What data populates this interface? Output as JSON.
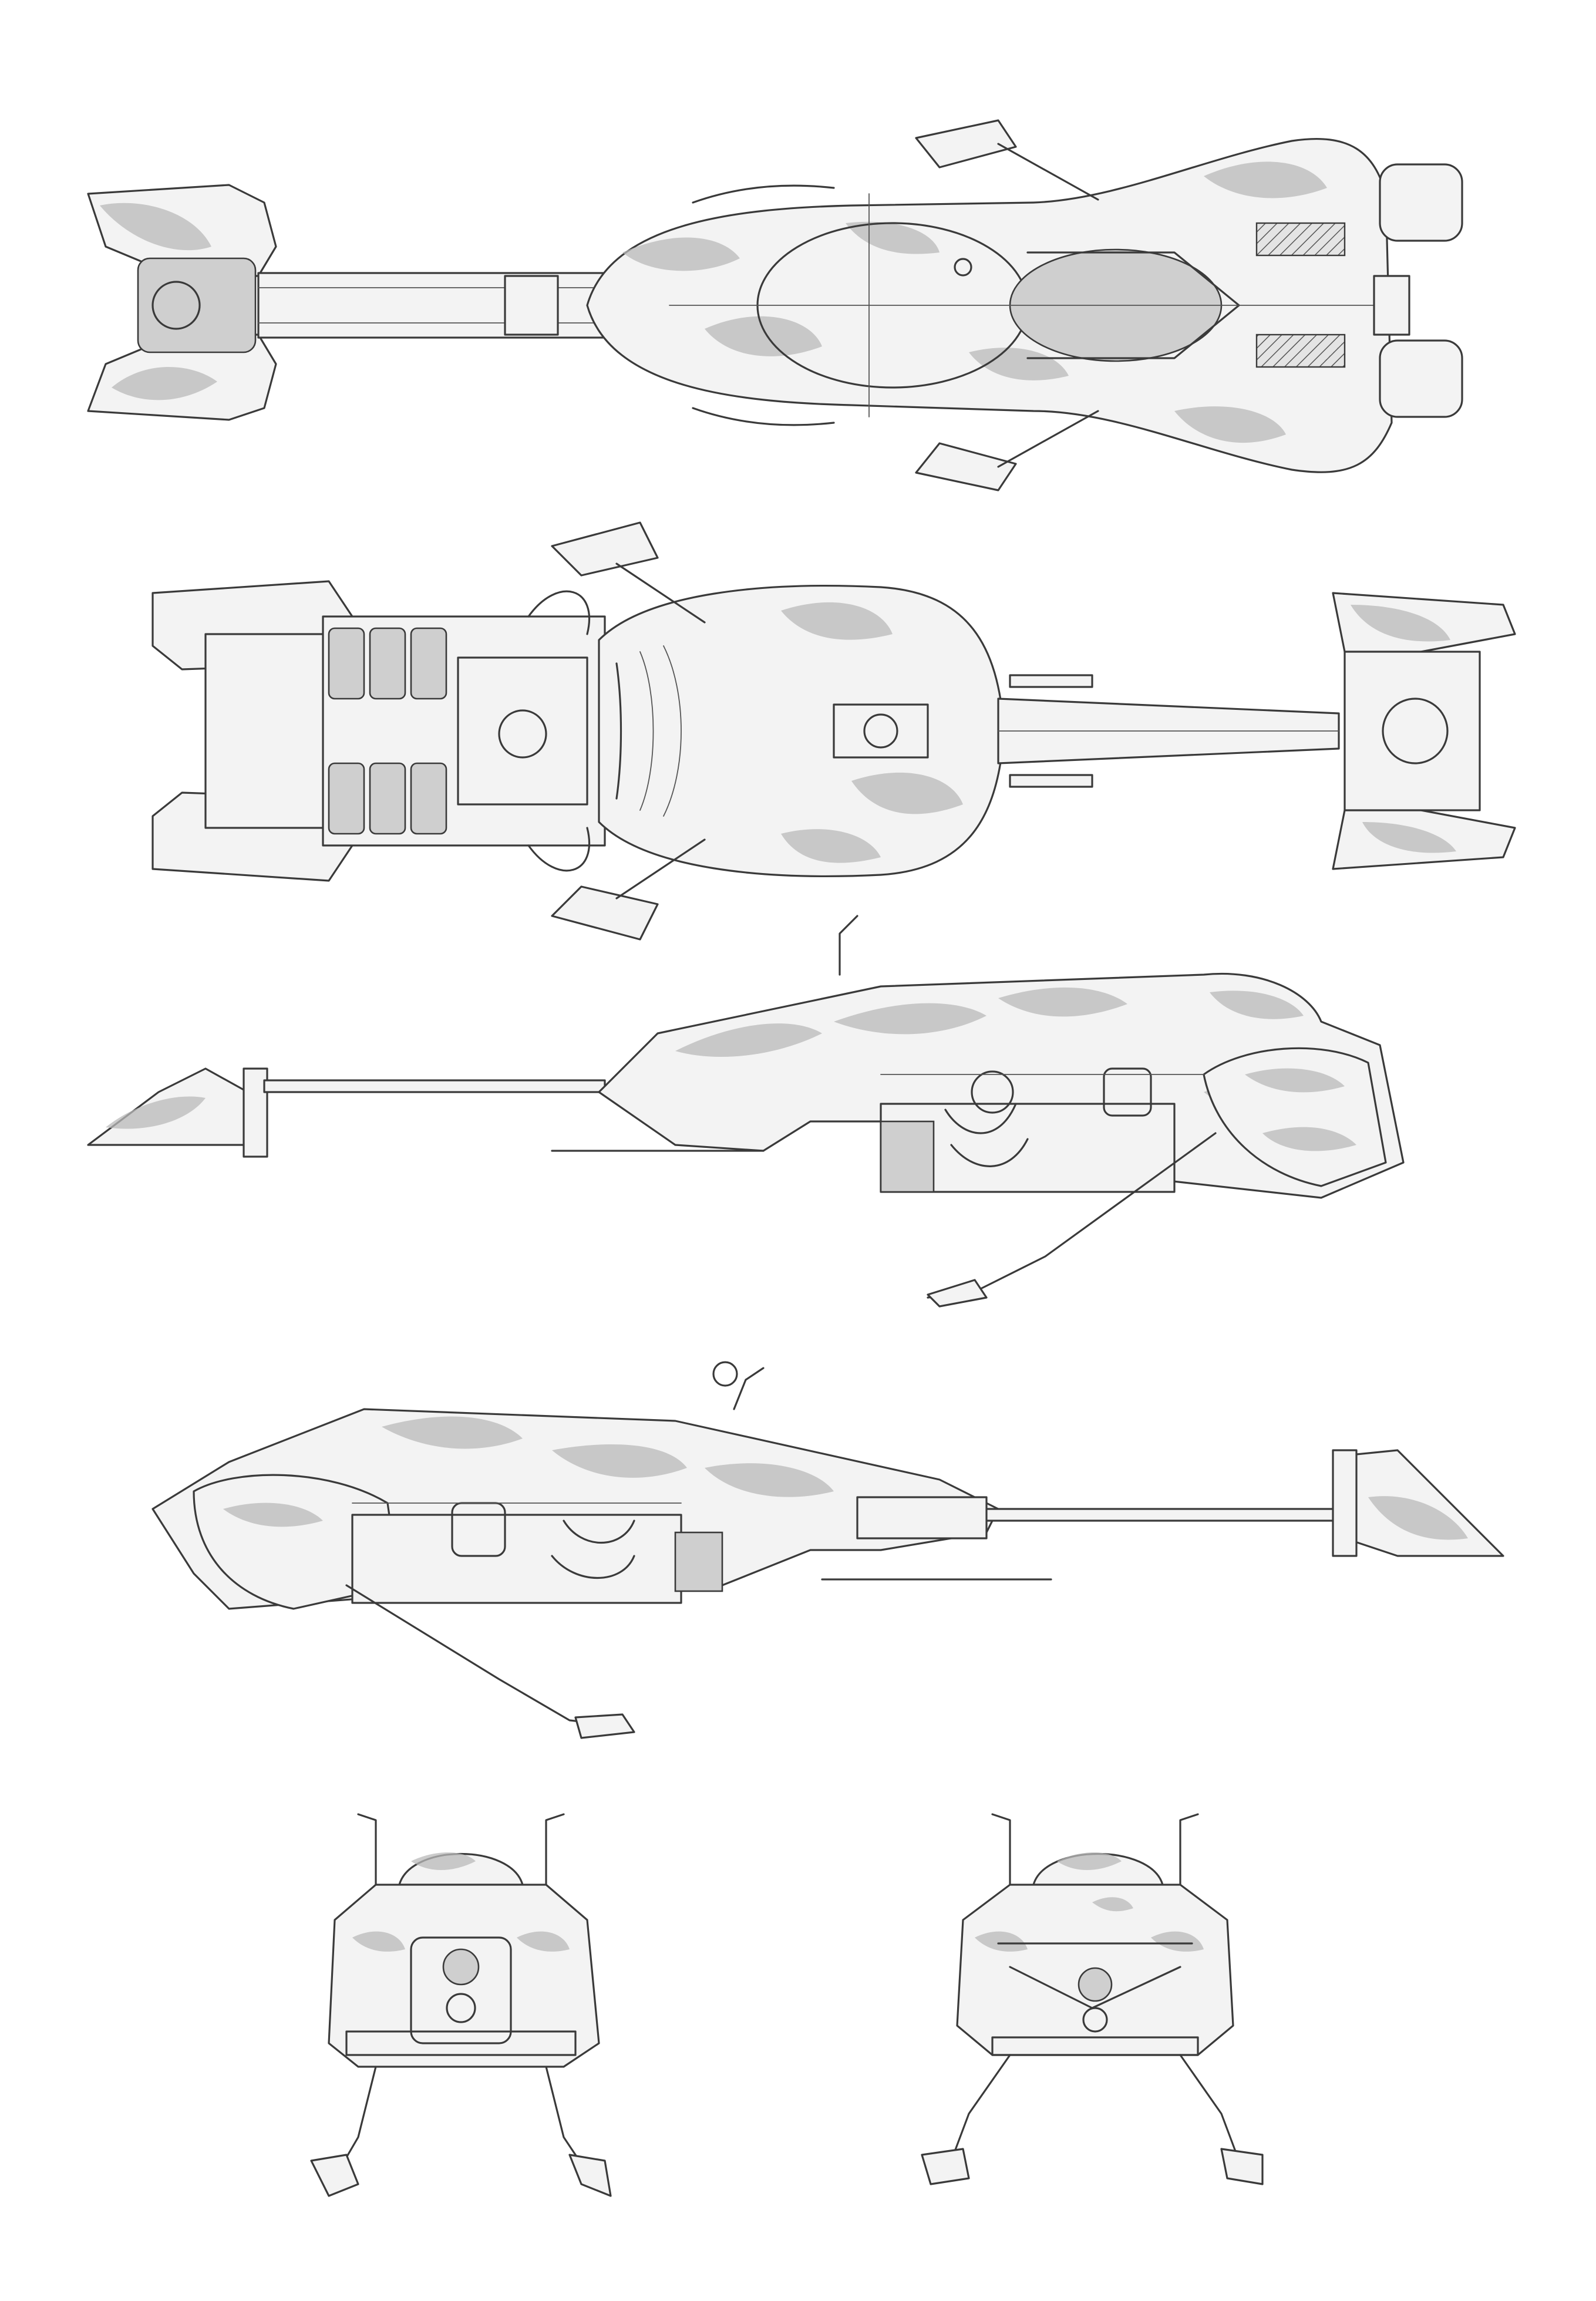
{
  "sheet": {
    "background": "#ffffff",
    "ink": "#3a3a3a",
    "camo": "#b9b9b9",
    "views": [
      "top-view",
      "bottom-view",
      "side-view-right",
      "side-view-left",
      "front-view",
      "rear-view"
    ]
  }
}
